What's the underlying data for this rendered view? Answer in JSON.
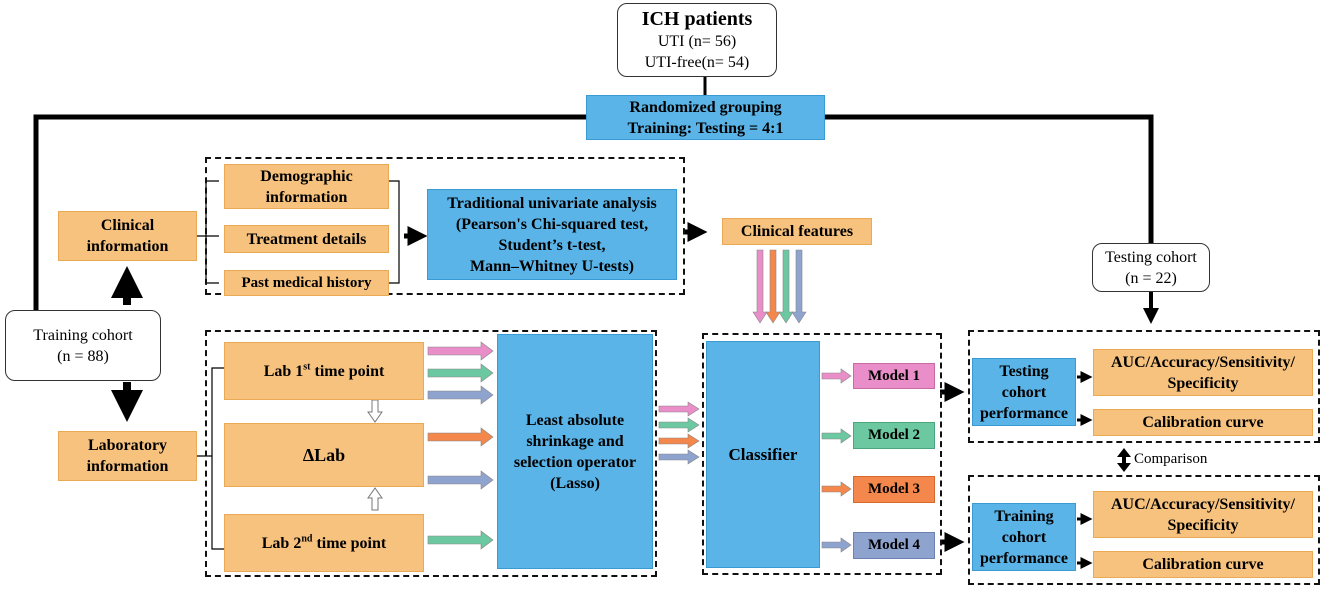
{
  "nodes": {
    "ich": {
      "title": "ICH patients",
      "line1": "UTI (n= 56)",
      "line2": "UTI-free(n= 54)"
    },
    "randomized": {
      "line1": "Randomized grouping",
      "line2": "Training: Testing = 4:1"
    },
    "training_cohort": {
      "line1": "Training cohort",
      "line2": "(n = 88)"
    },
    "testing_cohort": {
      "line1": "Testing cohort",
      "line2": "(n = 22)"
    },
    "clinical_info": {
      "line1": "Clinical",
      "line2": "information"
    },
    "demographic": {
      "line1": "Demographic",
      "line2": "information"
    },
    "treatment": {
      "label": "Treatment details"
    },
    "past_history": {
      "label": "Past medical history"
    },
    "univariate": {
      "line1": "Traditional univariate analysis",
      "line2": "(Pearson's Chi-squared test,",
      "line3": "Student’s t-test,",
      "line4": "Mann–Whitney U-tests)"
    },
    "clinical_features": {
      "label": "Clinical features"
    },
    "lab_info": {
      "line1": "Laboratory",
      "line2": "information"
    },
    "lab1": {
      "pre": "Lab 1",
      "sup": "st",
      "post": " time point"
    },
    "delta_lab": {
      "label": "ΔLab"
    },
    "lab2": {
      "pre": "Lab 2",
      "sup": "nd",
      "post": " time point"
    },
    "lasso": {
      "line1": "Least absolute",
      "line2": "shrinkage and",
      "line3": "selection operator",
      "line4": "(Lasso)"
    },
    "classifier": {
      "label": "Classifier"
    },
    "models": [
      {
        "label": "Model 1",
        "color": "#e98ec8"
      },
      {
        "label": "Model 2",
        "color": "#6cc8a0"
      },
      {
        "label": "Model 3",
        "color": "#f4874b"
      },
      {
        "label": "Model 4",
        "color": "#8fa3cf"
      }
    ],
    "testing_perf": {
      "line1": "Testing",
      "line2": "cohort",
      "line3": "performance"
    },
    "training_perf": {
      "line1": "Training",
      "line2": "cohort",
      "line3": "performance"
    },
    "auc_test": {
      "line1": "AUC/Accuracy/Sensitivity/",
      "line2": "Specificity"
    },
    "calib_test": {
      "label": "Calibration curve"
    },
    "auc_train": {
      "line1": "AUC/Accuracy/Sensitivity/",
      "line2": "Specificity"
    },
    "calib_train": {
      "label": "Calibration curve"
    },
    "comparison": {
      "label": "Comparison"
    }
  },
  "colors": {
    "orange_fill": "#f7c27e",
    "blue_fill": "#5ab4e8",
    "pink_arrow": "#e98ec8",
    "green_arrow": "#6cc8a0",
    "orange_arrow": "#f4874b",
    "purple_arrow": "#8fa3cf"
  }
}
